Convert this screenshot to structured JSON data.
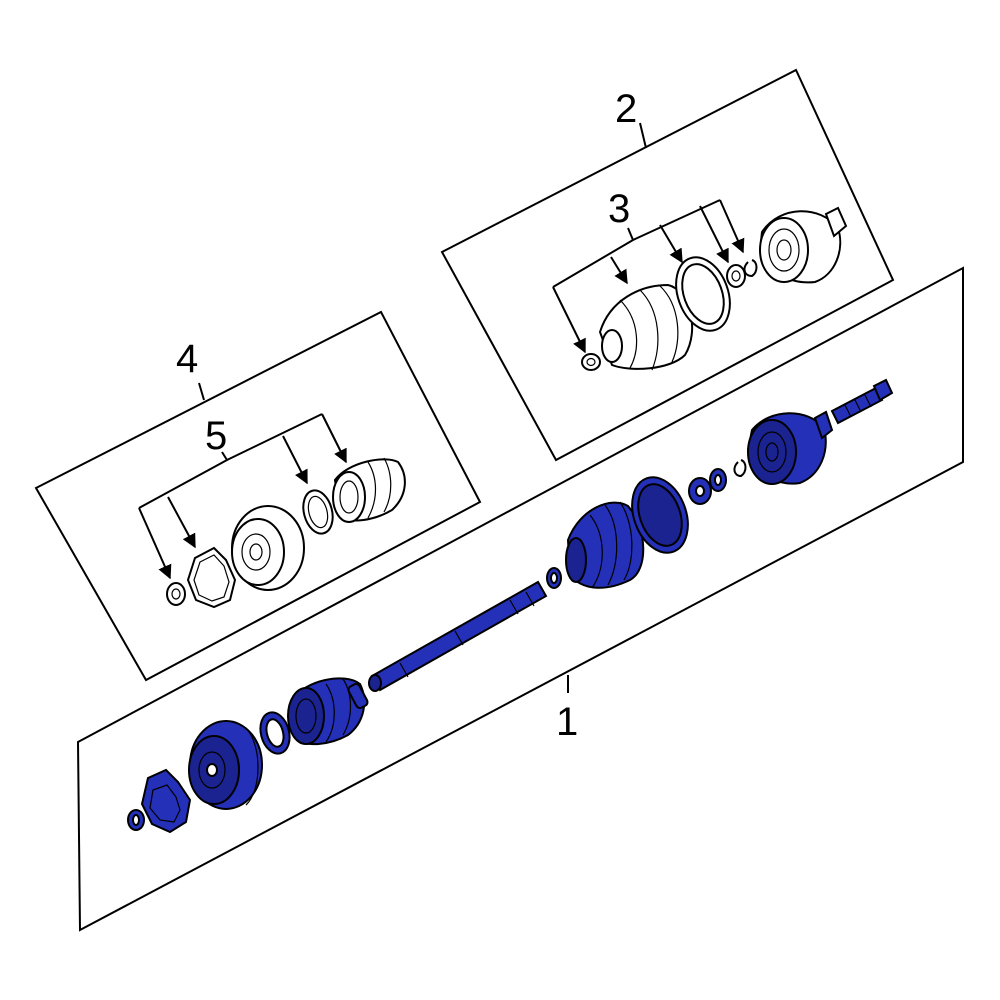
{
  "callouts": {
    "c1": "1",
    "c2": "2",
    "c3": "3",
    "c4": "4",
    "c5": "5"
  },
  "colors": {
    "part_highlight": "#2430b8",
    "part_highlight_dark": "#1a2390",
    "outline": "#000000",
    "background": "#ffffff"
  },
  "icons": {
    "arrowhead": "filled-triangle"
  }
}
